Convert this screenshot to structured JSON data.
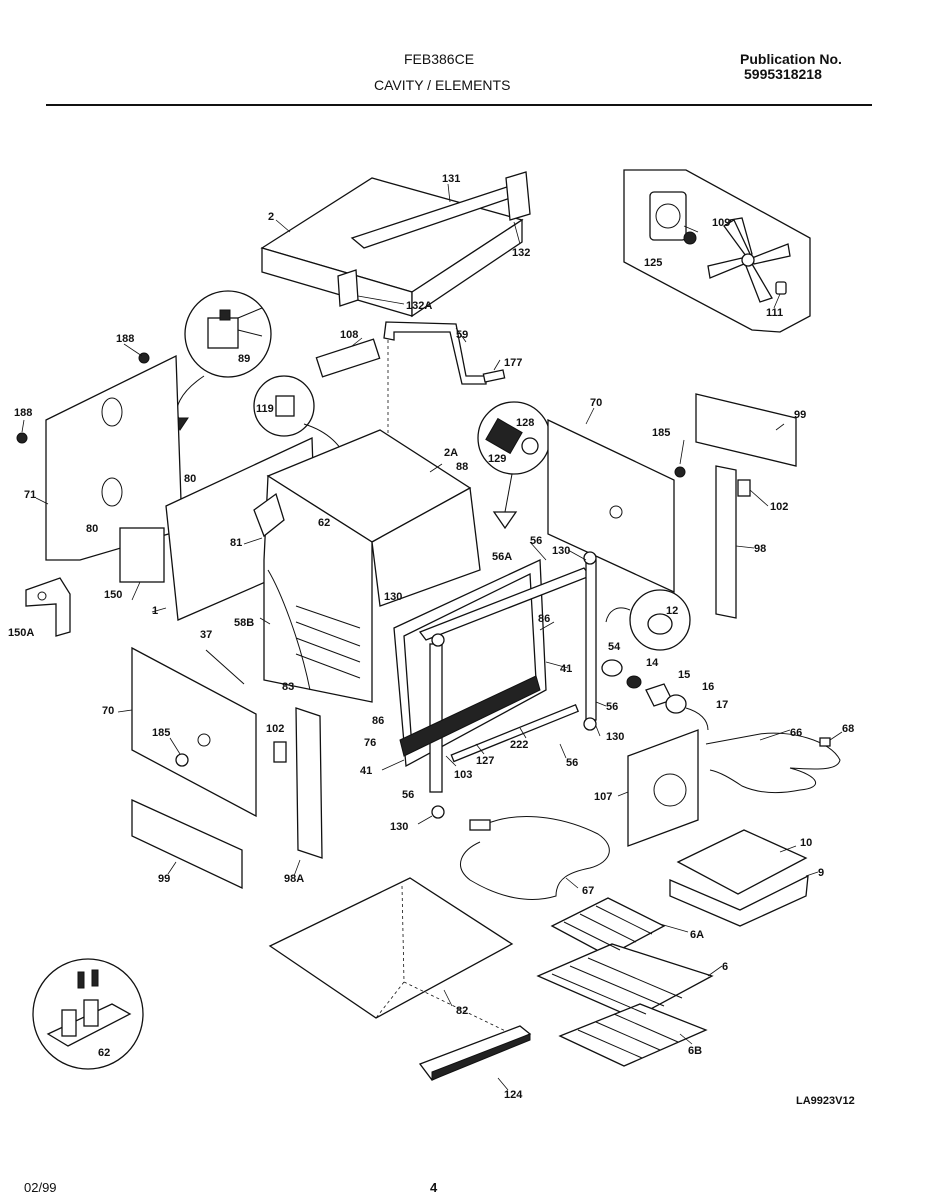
{
  "header": {
    "model": "FEB386CE",
    "section": "CAVITY / ELEMENTS",
    "publication_label": "Publication No.",
    "publication_number": "5995318218"
  },
  "diagram": {
    "code": "LA9923V12",
    "labels": {
      "p131": "131",
      "p2": "2",
      "p132": "132",
      "p132A": "132A",
      "p125": "125",
      "p109": "109",
      "p111": "111",
      "p188a": "188",
      "p188b": "188",
      "p89": "89",
      "p108": "108",
      "p59": "59",
      "p177": "177",
      "p119": "119",
      "p128": "128",
      "p129": "129",
      "p70a": "70",
      "p185a": "185",
      "p99a": "99",
      "p2A": "2A",
      "p88": "88",
      "p80a": "80",
      "p80b": "80",
      "p71": "71",
      "p102a": "102",
      "p98": "98",
      "p62a": "62",
      "p81": "81",
      "p56A": "56A",
      "p56a": "56",
      "p130a": "130",
      "p150": "150",
      "p150A": "150A",
      "p1": "1",
      "p58B": "58B",
      "p130b": "130",
      "p86a": "86",
      "p12": "12",
      "p37": "37",
      "p54": "54",
      "p41a": "41",
      "p14": "14",
      "p15": "15",
      "p16": "16",
      "p17": "17",
      "p70b": "70",
      "p83": "83",
      "p56b": "56",
      "p86b": "86",
      "p185b": "185",
      "p102b": "102",
      "p76": "76",
      "p222": "222",
      "p130c": "130",
      "p66": "66",
      "p68": "68",
      "p41b": "41",
      "p103": "103",
      "p127": "127",
      "p56c": "56",
      "p56d": "56",
      "p107": "107",
      "p130d": "130",
      "p10": "10",
      "p9": "9",
      "p99b": "99",
      "p98A": "98A",
      "p67": "67",
      "p6A": "6A",
      "p6": "6",
      "p82": "82",
      "p62b": "62",
      "p6B": "6B",
      "p124": "124"
    }
  },
  "footer": {
    "date": "02/99",
    "page": "4"
  }
}
